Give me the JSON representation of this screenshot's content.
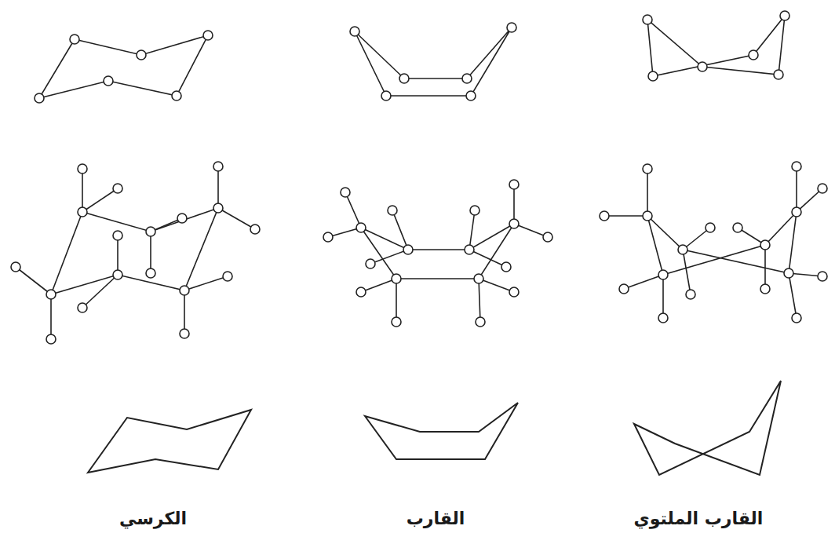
{
  "diagram": {
    "labels": [
      "الكرسي",
      "القارب",
      "القارب الملتوي"
    ]
  }
}
